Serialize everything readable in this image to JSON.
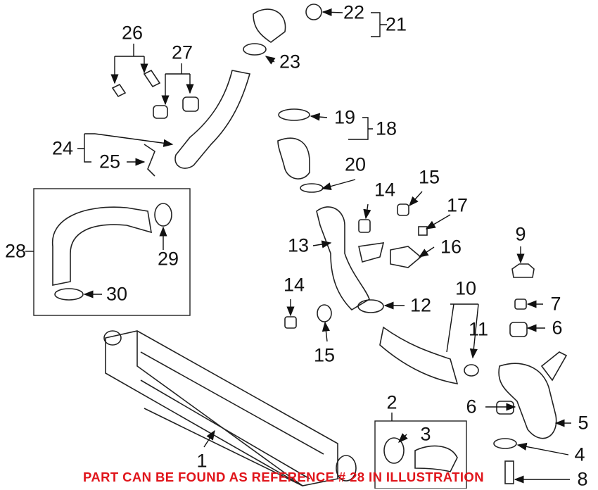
{
  "diagram": {
    "callouts": [
      "22",
      "21",
      "26",
      "27",
      "23",
      "19",
      "18",
      "24",
      "25",
      "20",
      "14",
      "15",
      "17",
      "28",
      "29",
      "13",
      "16",
      "9",
      "30",
      "14",
      "12",
      "10",
      "7",
      "6",
      "11",
      "15",
      "2",
      "3",
      "6",
      "5",
      "1",
      "4",
      "8"
    ],
    "note": "PART CAN BE FOUND AS REFERENCE # 28 IN ILLUSTRATION",
    "note_color": "#e0151b"
  }
}
